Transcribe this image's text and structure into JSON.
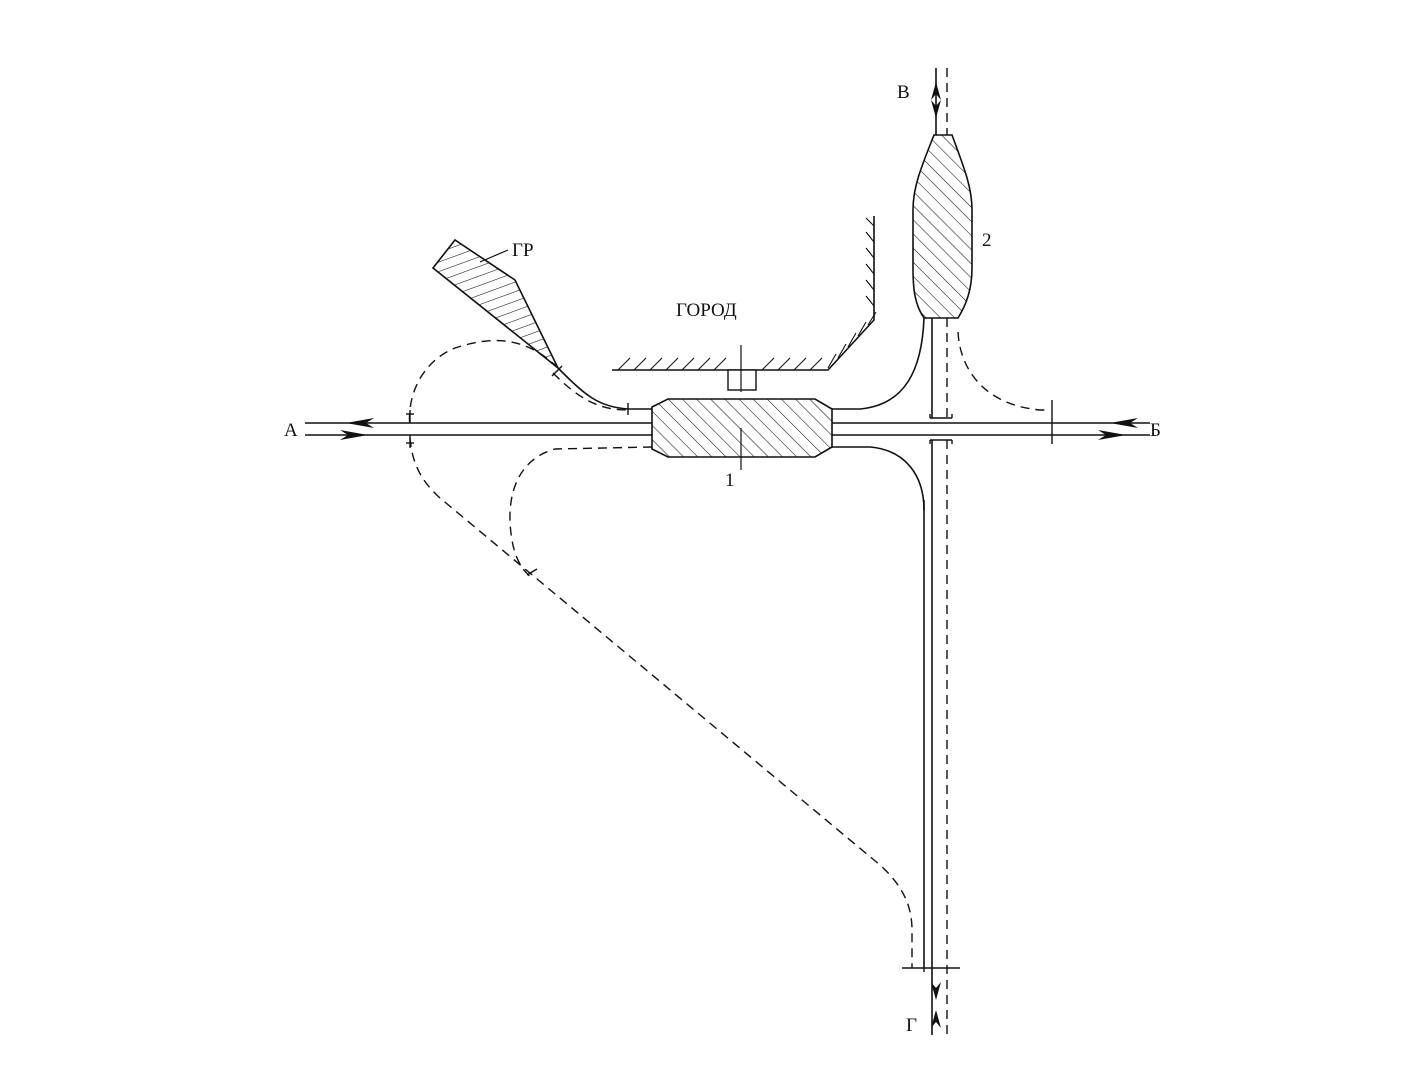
{
  "labels": {
    "a": "А",
    "b": "Б",
    "v": "В",
    "g": "Г",
    "gr": "ГР",
    "city": "ГОРОД",
    "station_1": "1",
    "station_2": "2"
  },
  "colors": {
    "ink": "#111111",
    "background": "#ffffff"
  }
}
